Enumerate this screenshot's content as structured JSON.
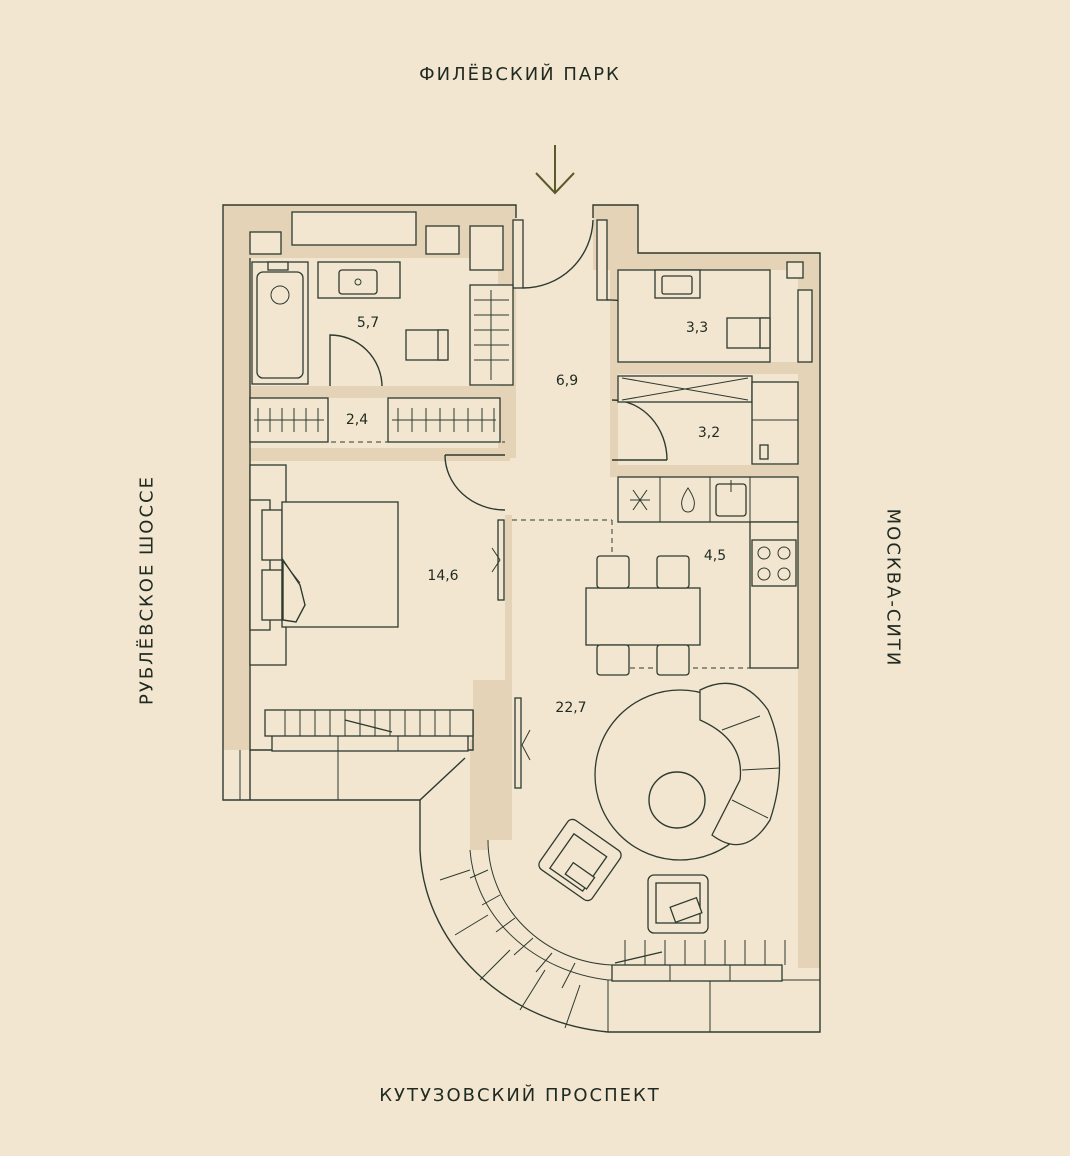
{
  "directions": {
    "north": "ФИЛЁВСКИЙ ПАРК",
    "south": "КУТУЗОВСКИЙ ПРОСПЕКТ",
    "west": "РУБЛЁВСКОЕ ШОССЕ",
    "east": "МОСКВА-СИТИ"
  },
  "rooms": [
    {
      "id": "bathroom",
      "area": "5,7"
    },
    {
      "id": "corridor-closet",
      "area": "2,4"
    },
    {
      "id": "hall",
      "area": "6,9"
    },
    {
      "id": "wc",
      "area": "3,3"
    },
    {
      "id": "storage",
      "area": "3,2"
    },
    {
      "id": "bedroom",
      "area": "14,6"
    },
    {
      "id": "kitchen",
      "area": "4,5"
    },
    {
      "id": "living",
      "area": "22,7"
    }
  ],
  "colors": {
    "background": "#f3e6d0",
    "wall": "#e5d3b7",
    "line": "#2e3a2f",
    "arrow": "#5a5a2a"
  },
  "icons": [
    "entrance-arrow-icon"
  ]
}
